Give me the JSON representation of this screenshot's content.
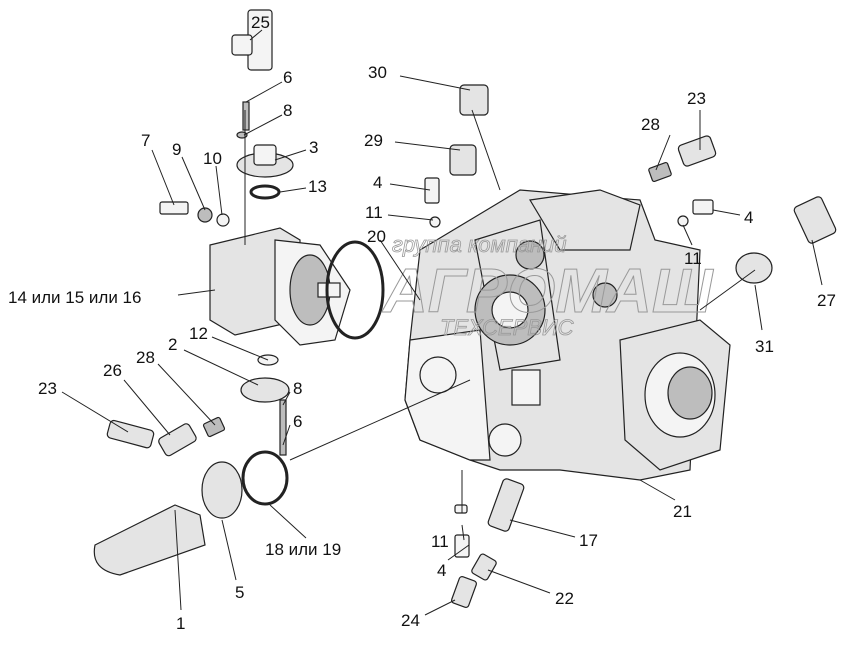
{
  "labels": [
    {
      "id": "25",
      "text": "25"
    },
    {
      "id": "6a",
      "text": "6"
    },
    {
      "id": "8a",
      "text": "8"
    },
    {
      "id": "3",
      "text": "3"
    },
    {
      "id": "13",
      "text": "13"
    },
    {
      "id": "7",
      "text": "7"
    },
    {
      "id": "9",
      "text": "9"
    },
    {
      "id": "10",
      "text": "10"
    },
    {
      "id": "14",
      "text": "14 или 15 или 16"
    },
    {
      "id": "12",
      "text": "12"
    },
    {
      "id": "2",
      "text": "2"
    },
    {
      "id": "28a",
      "text": "28"
    },
    {
      "id": "26",
      "text": "26"
    },
    {
      "id": "23a",
      "text": "23"
    },
    {
      "id": "8b",
      "text": "8"
    },
    {
      "id": "6b",
      "text": "6"
    },
    {
      "id": "5",
      "text": "5"
    },
    {
      "id": "1",
      "text": "1"
    },
    {
      "id": "18",
      "text": "18 или 19"
    },
    {
      "id": "30",
      "text": "30"
    },
    {
      "id": "29",
      "text": "29"
    },
    {
      "id": "4a",
      "text": "4"
    },
    {
      "id": "11a",
      "text": "11"
    },
    {
      "id": "20",
      "text": "20"
    },
    {
      "id": "28b",
      "text": "28"
    },
    {
      "id": "23b",
      "text": "23"
    },
    {
      "id": "4b",
      "text": "4"
    },
    {
      "id": "11b",
      "text": "11"
    },
    {
      "id": "27",
      "text": "27"
    },
    {
      "id": "31",
      "text": "31"
    },
    {
      "id": "21",
      "text": "21"
    },
    {
      "id": "17",
      "text": "17"
    },
    {
      "id": "11c",
      "text": "11"
    },
    {
      "id": "4c",
      "text": "4"
    },
    {
      "id": "22",
      "text": "22"
    },
    {
      "id": "24",
      "text": "24"
    }
  ],
  "watermark": {
    "line1": "группа компаний",
    "line2": "АГРОМАШ",
    "line3": "ТЕХСЕРВИС"
  }
}
